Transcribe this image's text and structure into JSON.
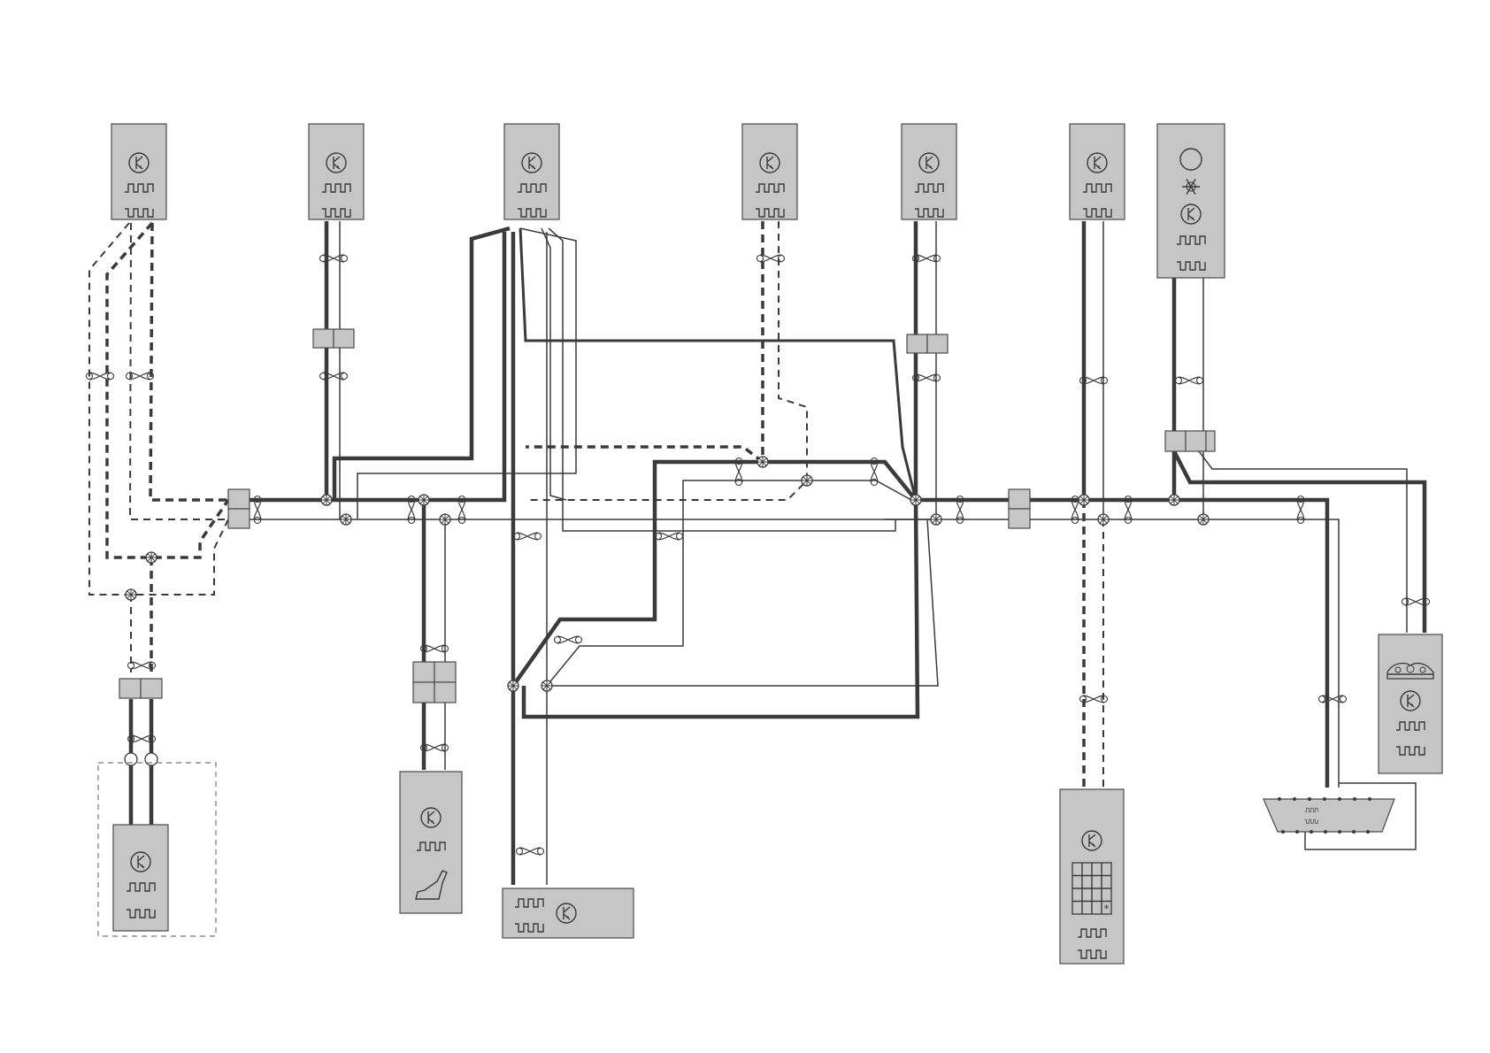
{
  "diagram": {
    "description_free": true,
    "colors": {
      "module_fill": "#c6c6c6",
      "wire": "#3a3a3a",
      "background": "#ffffff"
    },
    "modules": [
      {
        "id": "module-1",
        "icons": [
          "transistor-icon",
          "pulse-signal-icon",
          "pulse-signal-icon"
        ]
      },
      {
        "id": "module-2",
        "icons": [
          "transistor-icon",
          "pulse-signal-icon",
          "pulse-signal-icon"
        ]
      },
      {
        "id": "module-3",
        "icons": [
          "transistor-icon",
          "pulse-signal-icon",
          "pulse-signal-icon"
        ]
      },
      {
        "id": "module-4",
        "icons": [
          "transistor-icon",
          "pulse-signal-icon",
          "pulse-signal-icon"
        ]
      },
      {
        "id": "module-5",
        "icons": [
          "transistor-icon",
          "pulse-signal-icon",
          "pulse-signal-icon"
        ]
      },
      {
        "id": "module-6",
        "icons": [
          "transistor-icon",
          "pulse-signal-icon",
          "pulse-signal-icon"
        ]
      },
      {
        "id": "climate-module",
        "icons": [
          "circle-icon",
          "snowflake-icon",
          "transistor-icon",
          "pulse-signal-icon",
          "pulse-signal-icon"
        ]
      },
      {
        "id": "optional-module",
        "icons": [
          "transistor-icon",
          "pulse-signal-icon",
          "pulse-signal-icon"
        ]
      },
      {
        "id": "seat-module",
        "icons": [
          "transistor-icon",
          "pulse-signal-icon",
          "seat-icon"
        ]
      },
      {
        "id": "bottom-module",
        "icons": [
          "pulse-signal-icon",
          "transistor-icon",
          "pulse-signal-icon"
        ]
      },
      {
        "id": "keypad-module",
        "icons": [
          "transistor-icon",
          "keypad-icon",
          "pulse-signal-icon",
          "pulse-signal-icon"
        ],
        "keypad_symbol": "*"
      },
      {
        "id": "dashboard-module",
        "icons": [
          "instrument-cluster-icon",
          "transistor-icon",
          "pulse-signal-icon",
          "pulse-signal-icon"
        ]
      },
      {
        "id": "diagnostic-connector",
        "icons": [
          "pulse-signal-icon",
          "pulse-signal-icon"
        ]
      }
    ],
    "wire_styles": [
      "thick-solid",
      "medium-solid",
      "thin-solid",
      "dashed"
    ]
  }
}
